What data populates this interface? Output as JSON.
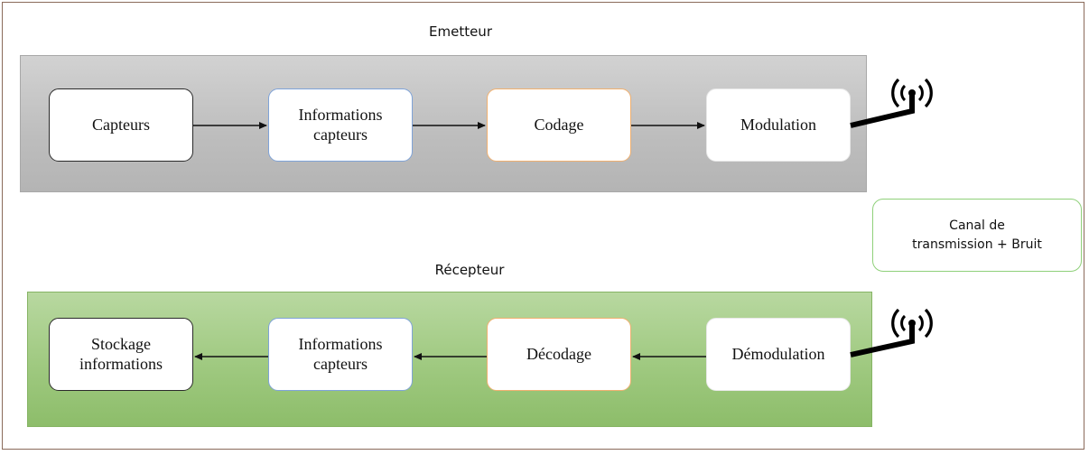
{
  "emetteur": {
    "title": "Emetteur",
    "blocks": [
      "Capteurs",
      "Informations\ncapteurs",
      "Codage",
      "Modulation"
    ]
  },
  "recepteur": {
    "title": "Récepteur",
    "blocks": [
      "Stockage\ninformations",
      "Informations\ncapteurs",
      "Décodage",
      "Démodulation"
    ]
  },
  "canal": {
    "label": "Canal de\ntransmission + Bruit"
  },
  "icons": {
    "emitter_antenna": "antenna-icon",
    "receiver_antenna": "antenna-icon"
  },
  "colors": {
    "emetteur_panel": "#bdbdbd",
    "recepteur_panel": "#9fc980",
    "canal_border": "#8fd07a",
    "blue_border": "#7fa3d8",
    "orange_border": "#f0b070"
  }
}
